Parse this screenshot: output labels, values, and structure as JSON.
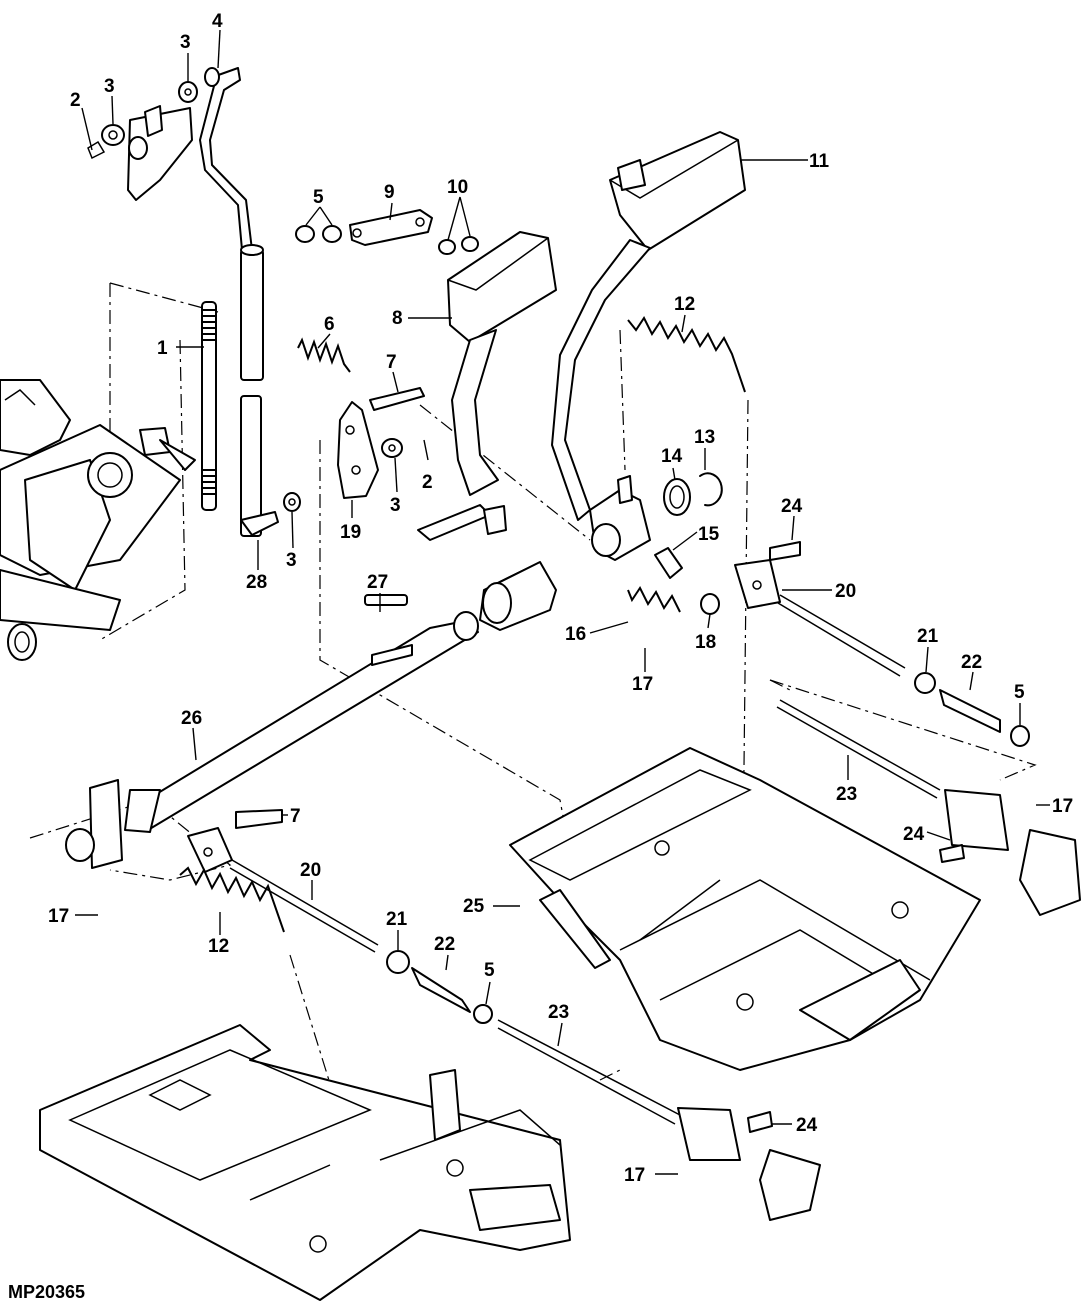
{
  "figure_id": "MP20365",
  "callouts": [
    {
      "id": "c1",
      "text": "1"
    },
    {
      "id": "c2a",
      "text": "2"
    },
    {
      "id": "c3a",
      "text": "3"
    },
    {
      "id": "c3b",
      "text": "3"
    },
    {
      "id": "c4",
      "text": "4"
    },
    {
      "id": "c5a",
      "text": "5"
    },
    {
      "id": "c6",
      "text": "6"
    },
    {
      "id": "c7a",
      "text": "7"
    },
    {
      "id": "c8",
      "text": "8"
    },
    {
      "id": "c9",
      "text": "9"
    },
    {
      "id": "c10",
      "text": "10"
    },
    {
      "id": "c11",
      "text": "11"
    },
    {
      "id": "c12a",
      "text": "12"
    },
    {
      "id": "c13",
      "text": "13"
    },
    {
      "id": "c14",
      "text": "14"
    },
    {
      "id": "c15",
      "text": "15"
    },
    {
      "id": "c2b",
      "text": "2"
    },
    {
      "id": "c3c",
      "text": "3"
    },
    {
      "id": "c19",
      "text": "19"
    },
    {
      "id": "c3d",
      "text": "3"
    },
    {
      "id": "c28",
      "text": "28"
    },
    {
      "id": "c24a",
      "text": "24"
    },
    {
      "id": "c20a",
      "text": "20"
    },
    {
      "id": "c27",
      "text": "27"
    },
    {
      "id": "c16",
      "text": "16"
    },
    {
      "id": "c18",
      "text": "18"
    },
    {
      "id": "c17a",
      "text": "17"
    },
    {
      "id": "c21a",
      "text": "21"
    },
    {
      "id": "c22a",
      "text": "22"
    },
    {
      "id": "c5b",
      "text": "5"
    },
    {
      "id": "c26",
      "text": "26"
    },
    {
      "id": "c23a",
      "text": "23"
    },
    {
      "id": "c17b",
      "text": "17"
    },
    {
      "id": "c24b",
      "text": "24"
    },
    {
      "id": "c7b",
      "text": "7"
    },
    {
      "id": "c20b",
      "text": "20"
    },
    {
      "id": "c25",
      "text": "25"
    },
    {
      "id": "c17c",
      "text": "17"
    },
    {
      "id": "c12b",
      "text": "12"
    },
    {
      "id": "c21b",
      "text": "21"
    },
    {
      "id": "c22b",
      "text": "22"
    },
    {
      "id": "c5c",
      "text": "5"
    },
    {
      "id": "c23b",
      "text": "23"
    },
    {
      "id": "c24c",
      "text": "24"
    },
    {
      "id": "c17d",
      "text": "17"
    }
  ]
}
